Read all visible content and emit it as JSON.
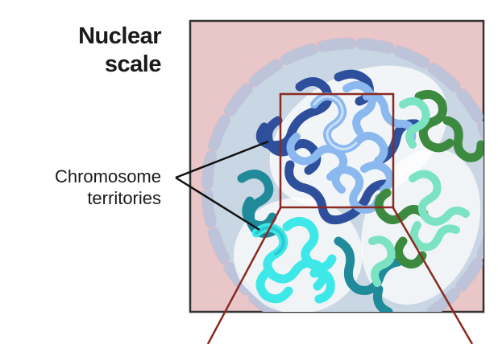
{
  "title": {
    "line1": "Nuclear",
    "line2": "scale"
  },
  "annotation": {
    "line1": "Chromosome",
    "line2": "territories"
  },
  "colors": {
    "background_panel": "#e9c6c7",
    "nucleoplasm": "#c9d6e3",
    "nuclear_envelope": "#c8cde0",
    "territory_highlight": "#ffffff",
    "chromatin_dark_blue": "#2e4f9c",
    "chromatin_light_blue": "#8ab8ef",
    "chromatin_teal": "#1f8a9a",
    "chromatin_cyan": "#3fe8e8",
    "chromatin_green": "#3b8a3f",
    "chromatin_mint": "#7be3c2",
    "zoom_box": "#8a2a22",
    "pointer_lines": "#111111"
  }
}
